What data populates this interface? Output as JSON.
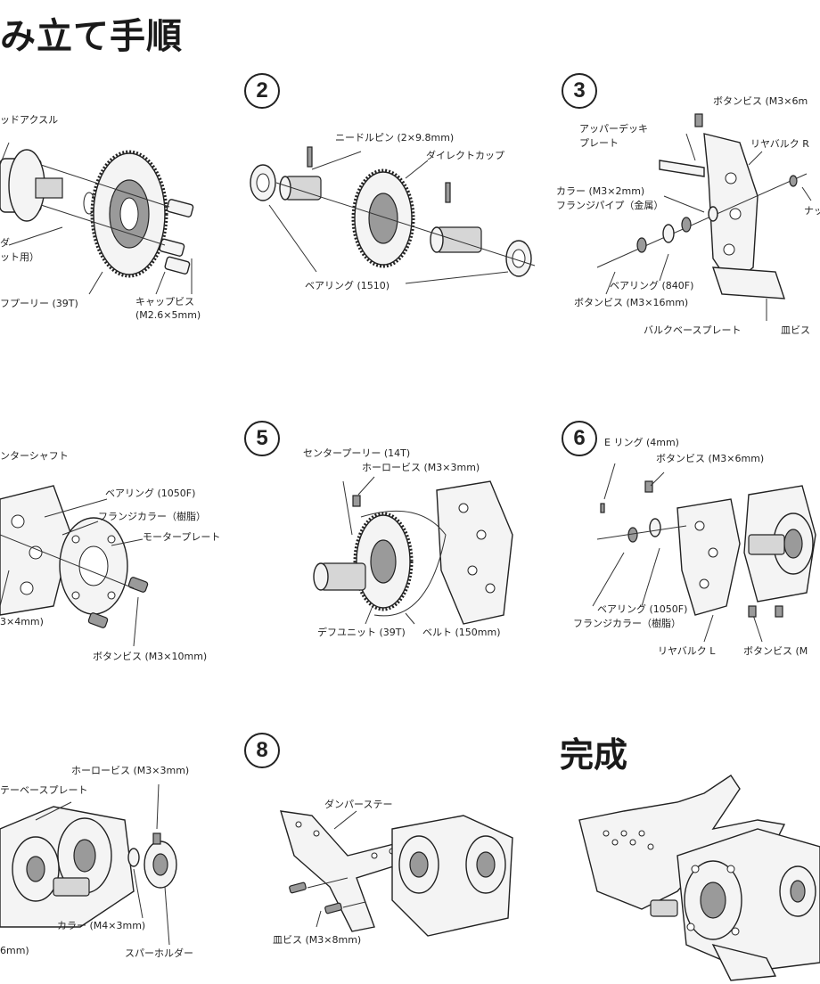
{
  "header": {
    "title": "み立て手順"
  },
  "final": {
    "title": "完成"
  },
  "steps": [
    {
      "number": "2"
    },
    {
      "number": "3"
    },
    {
      "number": "5"
    },
    {
      "number": "6"
    },
    {
      "number": "8"
    }
  ],
  "labels": {
    "s1": [
      "ッドアクスル",
      "ダ",
      "ット用）",
      "フプーリー (39T)",
      "キャップビス",
      "(M2.6×5mm)"
    ],
    "s2": [
      "ニードルピン (2×9.8mm)",
      "ダイレクトカップ",
      "ベアリング (1510)"
    ],
    "s3": [
      "ボタンビス (M3×6m",
      "アッパーデッキ",
      "プレート",
      "リヤバルク R",
      "カラー (M3×2mm)",
      "フランジパイプ（金属）",
      "ナッ",
      "ベアリング (840F)",
      "ボタンビス (M3×16mm)",
      "バルクベースプレート",
      "皿ビス"
    ],
    "s4": [
      "ンターシャフト",
      "ベアリング (1050F)",
      "フランジカラー（樹脂）",
      "モータープレート",
      "3×4mm)",
      "ボタンビス (M3×10mm)"
    ],
    "s5": [
      "センタープーリー (14T)",
      "ホーロービス (M3×3mm)",
      "デフユニット (39T)",
      "ベルト (150mm)"
    ],
    "s6": [
      "E リング (4mm)",
      "ボタンビス (M3×6mm)",
      "ベアリング (1050F)",
      "フランジカラー（樹脂）",
      "リヤバルク L",
      "ボタンビス (M"
    ],
    "s7": [
      "ホーロービス (M3×3mm)",
      "テーベースプレート",
      "カラー (M4×3mm)",
      "6mm)",
      "スパーホルダー"
    ],
    "s8": [
      "ダンパーステー",
      "皿ビス (M3×8mm)"
    ]
  }
}
